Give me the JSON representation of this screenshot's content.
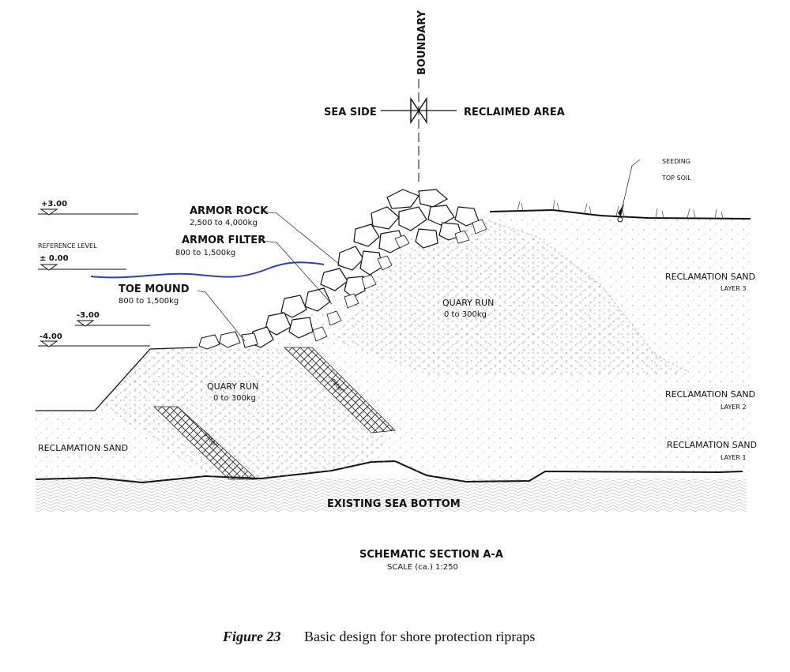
{
  "boundary": {
    "label": "BOUNDARY"
  },
  "sides": {
    "sea": "SEA SIDE",
    "reclaimed": "RECLAIMED AREA"
  },
  "levels": [
    {
      "label": "+3.00"
    },
    {
      "label": "REFERENCE LEVEL"
    },
    {
      "label": "± 0.00"
    },
    {
      "label": "-3.00"
    },
    {
      "label": "-4.00"
    }
  ],
  "layers": {
    "armor_rock": {
      "label": "ARMOR ROCK",
      "range": "2,500 to 4,000kg"
    },
    "armor_filter": {
      "label": "ARMOR FILTER",
      "range": "800 to 1,500kg"
    },
    "toe_mound": {
      "label": "TOE MOUND",
      "range": "800 to 1,500kg"
    },
    "quary_run_upper": {
      "label": "QUARY RUN",
      "range": "0 to 300kg"
    },
    "quary_run_lower": {
      "label": "QUARY RUN",
      "range": "0 to 300kg"
    },
    "filter_upper": {
      "label": "Filter"
    },
    "filter_lower": {
      "label": "Filter"
    },
    "reclamation_left": {
      "label": "RECLAMATION SAND"
    },
    "reclamation_3": {
      "label": "RECLAMATION SAND",
      "layer": "LAYER 3"
    },
    "reclamation_2": {
      "label": "RECLAMATION SAND",
      "layer": "LAYER 2"
    },
    "reclamation_1": {
      "label": "RECLAMATION SAND",
      "layer": "LAYER 1"
    },
    "seeding": {
      "label": "SEEDING"
    },
    "top_soil": {
      "label": "TOP SOIL"
    },
    "sea_bottom": {
      "label": "EXISTING SEA BOTTOM"
    }
  },
  "section": {
    "title": "SCHEMATIC SECTION A-A",
    "scale": "SCALE (ca.) 1:250"
  },
  "caption": {
    "figure": "Figure 23",
    "text": "Basic design for shore protection ripraps"
  },
  "colors": {
    "water": "#2a3fbf",
    "line": "#111111"
  }
}
